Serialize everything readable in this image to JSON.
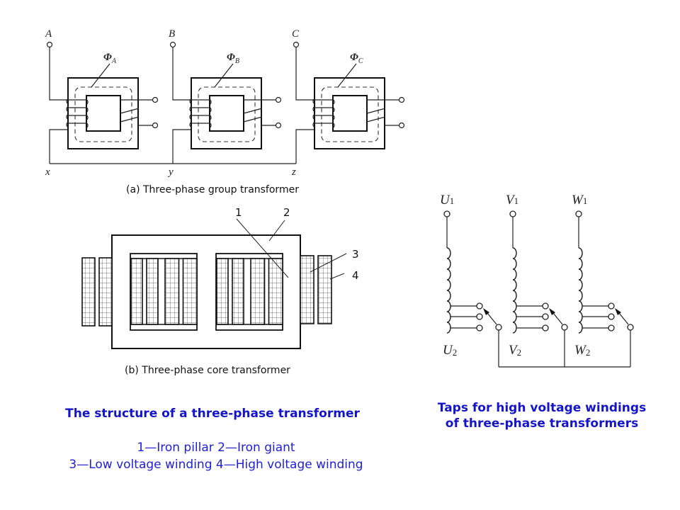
{
  "figure_a": {
    "caption": "(a) Three-phase group transformer",
    "phases": [
      {
        "terminal_top": "A",
        "terminal_bottom": "x",
        "flux": "Φ",
        "flux_sub": "A"
      },
      {
        "terminal_top": "B",
        "terminal_bottom": "y",
        "flux": "Φ",
        "flux_sub": "B"
      },
      {
        "terminal_top": "C",
        "terminal_bottom": "z",
        "flux": "Φ",
        "flux_sub": "C"
      }
    ]
  },
  "figure_b": {
    "caption": "(b) Three-phase core transformer",
    "callouts": [
      "1",
      "2",
      "3",
      "4"
    ]
  },
  "figure_c": {
    "phases": [
      {
        "top": "U",
        "top_sub": "1",
        "bottom": "U",
        "bottom_sub": "2"
      },
      {
        "top": "V",
        "top_sub": "1",
        "bottom": "V",
        "bottom_sub": "2"
      },
      {
        "top": "W",
        "top_sub": "1",
        "bottom": "W",
        "bottom_sub": "2"
      }
    ]
  },
  "titles": {
    "structure": "The structure of a three-phase transformer",
    "legend_line1": "1—Iron pillar 2—Iron giant",
    "legend_line2": "3—Low voltage winding 4—High voltage winding",
    "taps_line1": "Taps for high voltage windings",
    "taps_line2": "of three-phase transformers"
  }
}
